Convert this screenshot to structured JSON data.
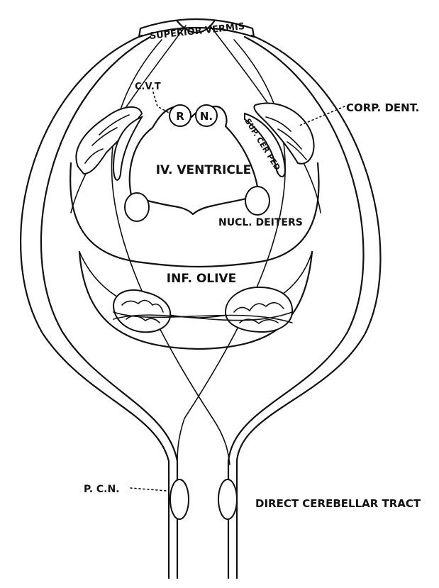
{
  "labels": {
    "superior_vermis": "SUPERIOR VERMIS",
    "cvt": "C.V.T",
    "corp_dent": "CORP. DENT.",
    "r": "R",
    "n": "N.",
    "sup_cer_ped": "SUP. CER PED.",
    "iv_ventricle": "IV. VENTRICLE",
    "nucl_deiters": "NUCL. DEITERS",
    "inf_olive": "INF. OLIVE",
    "pcn": "P. C.N.",
    "direct_cerebellar_tract": "DIRECT CEREBELLAR TRACT"
  }
}
